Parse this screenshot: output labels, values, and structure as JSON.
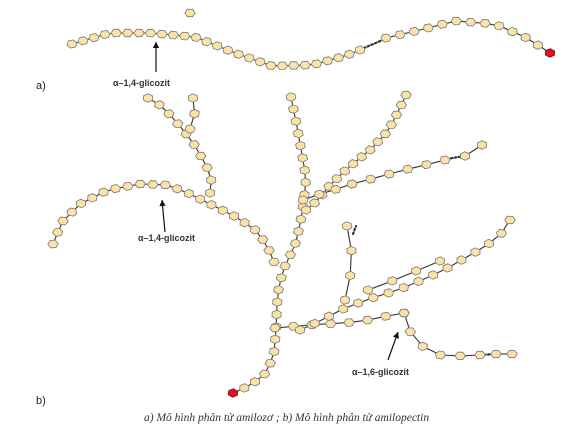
{
  "panels": {
    "a": "a)",
    "b": "b)"
  },
  "bond_labels": {
    "amylose_14": "α–1,4-glicozit",
    "amylopectin_14": "α–1,4-glicozit",
    "amylopectin_16": "α–1,6-glicozit"
  },
  "caption": "a) Mô hình phân tử amilozơ ; b) Mô hình phân tử amilopectin",
  "colors": {
    "glucose_fill": "#FCE2A4",
    "glucose_stroke": "#777777",
    "bond": "#333333",
    "reducing_end": "#E01020",
    "dotted": "#333333"
  }
}
